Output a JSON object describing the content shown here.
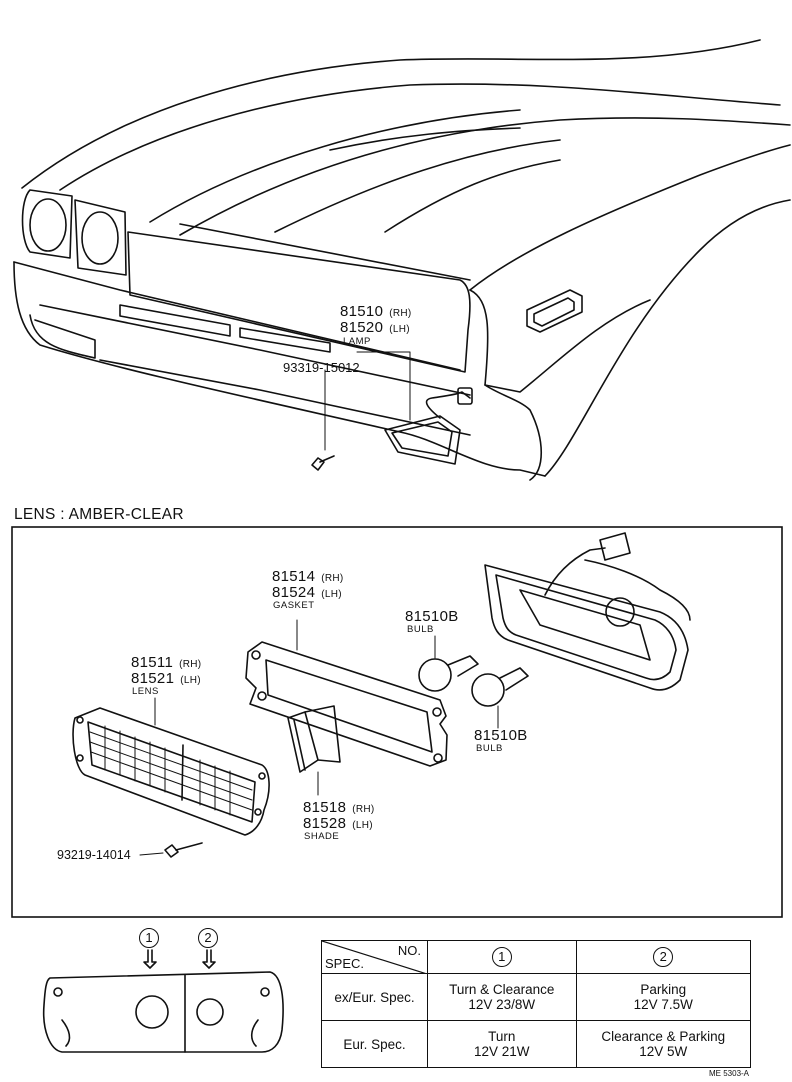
{
  "top_callouts": {
    "lamp_rh": {
      "number": "81510",
      "side": "(RH)"
    },
    "lamp_lh": {
      "number": "81520",
      "side": "(LH)"
    },
    "lamp_name": "LAMP",
    "screw": "93319-15012"
  },
  "section_title": "LENS : AMBER-CLEAR",
  "detail_callouts": {
    "gasket_rh": {
      "number": "81514",
      "side": "(RH)"
    },
    "gasket_lh": {
      "number": "81524",
      "side": "(LH)"
    },
    "gasket_name": "GASKET",
    "bulb1_number": "81510B",
    "bulb1_name": "BULB",
    "bulb2_number": "81510B",
    "bulb2_name": "BULB",
    "lens_rh": {
      "number": "81511",
      "side": "(RH)"
    },
    "lens_lh": {
      "number": "81521",
      "side": "(LH)"
    },
    "lens_name": "LENS",
    "shade_rh": {
      "number": "81518",
      "side": "(RH)"
    },
    "shade_lh": {
      "number": "81528",
      "side": "(LH)"
    },
    "shade_name": "SHADE",
    "screw": "93219-14014"
  },
  "position_markers": [
    "1",
    "2"
  ],
  "spec_table": {
    "corner_spec": "SPEC.",
    "corner_no": "NO.",
    "columns": [
      "1",
      "2"
    ],
    "rows": [
      {
        "label": "ex/Eur. Spec.",
        "c1": [
          "Turn & Clearance",
          "12V 23/8W"
        ],
        "c2": [
          "Parking",
          "12V 7.5W"
        ]
      },
      {
        "label": "Eur. Spec.",
        "c1": [
          "Turn",
          "12V 21W"
        ],
        "c2": [
          "Clearance & Parking",
          "12V 5W"
        ]
      }
    ]
  },
  "figure_code": "ME 5303-A"
}
